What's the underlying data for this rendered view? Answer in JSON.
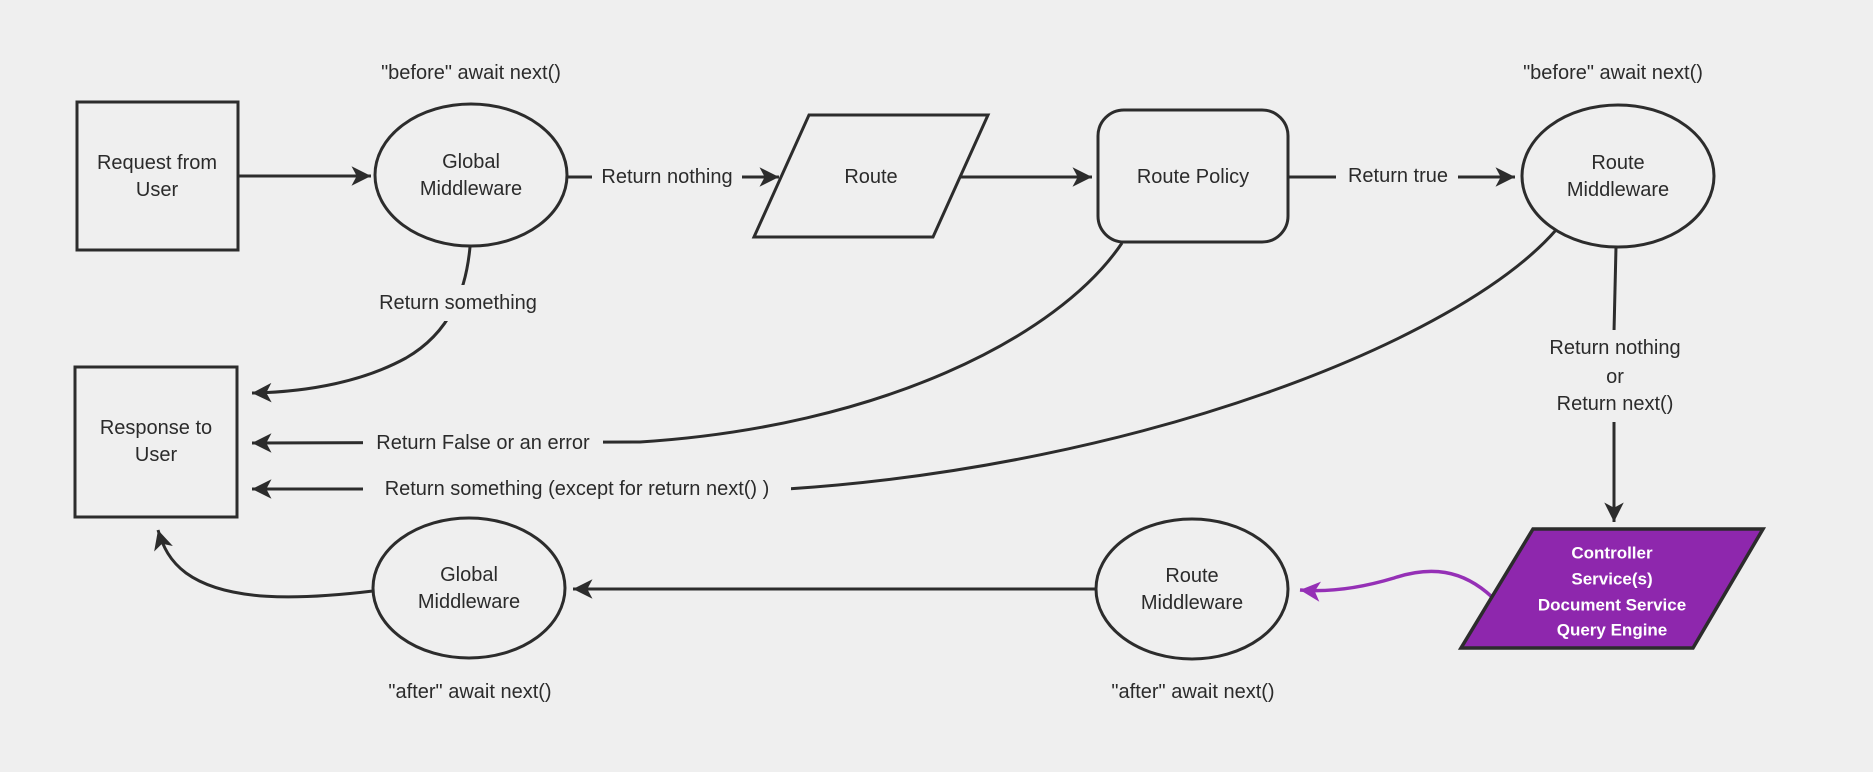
{
  "diagram": {
    "description": "Request lifecycle middleware flowchart",
    "colors": {
      "background": "#efefef",
      "line": "#2c2c2c",
      "text": "#2b2b2b",
      "purple_fill": "#8e27ad",
      "purple_line": "#9530b6",
      "controller_text": "#ffffff"
    },
    "nodes": {
      "request": {
        "shape": "rectangle",
        "lines": [
          "Request from",
          "User"
        ]
      },
      "global_middleware_top": {
        "shape": "ellipse",
        "lines": [
          "Global",
          "Middleware"
        ]
      },
      "route": {
        "shape": "parallelogram",
        "lines": [
          "Route"
        ]
      },
      "route_policy": {
        "shape": "rounded-rectangle",
        "lines": [
          "Route Policy"
        ]
      },
      "route_middleware_top": {
        "shape": "ellipse",
        "lines": [
          "Route",
          "Middleware"
        ]
      },
      "response": {
        "shape": "rectangle",
        "lines": [
          "Response to",
          "User"
        ]
      },
      "controller": {
        "shape": "parallelogram",
        "lines": [
          "Controller",
          "Service(s)",
          "Document Service",
          "Query Engine"
        ]
      },
      "route_middleware_bottom": {
        "shape": "ellipse",
        "lines": [
          "Route",
          "Middleware"
        ]
      },
      "global_middleware_bottom": {
        "shape": "ellipse",
        "lines": [
          "Global",
          "Middleware"
        ]
      }
    },
    "labels": {
      "before_await_left": "\"before\" await next()",
      "before_await_right": "\"before\" await next()",
      "return_nothing": "Return nothing",
      "return_true": "Return true",
      "return_something": "Return something",
      "return_false_or_error": "Return False or an error",
      "return_something_except": "Return something (except for return next() )",
      "return_nothing_or_line1": "Return nothing",
      "return_nothing_or_line2": "or",
      "return_nothing_or_line3": "Return next()",
      "after_await_left": "\"after\" await next()",
      "after_await_right": "\"after\" await next()"
    },
    "edges": [
      {
        "from": "request",
        "to": "global_middleware_top",
        "label": ""
      },
      {
        "from": "global_middleware_top",
        "to": "route",
        "label": "Return nothing"
      },
      {
        "from": "route",
        "to": "route_policy",
        "label": ""
      },
      {
        "from": "route_policy",
        "to": "route_middleware_top",
        "label": "Return true"
      },
      {
        "from": "global_middleware_top",
        "to": "response",
        "label": "Return something"
      },
      {
        "from": "route_policy",
        "to": "response",
        "label": "Return False or an error"
      },
      {
        "from": "route_middleware_top",
        "to": "response",
        "label": "Return something (except for return next() )"
      },
      {
        "from": "route_middleware_top",
        "to": "controller",
        "label": "Return nothing or Return next()"
      },
      {
        "from": "controller",
        "to": "route_middleware_bottom",
        "label": "",
        "color": "purple"
      },
      {
        "from": "route_middleware_bottom",
        "to": "global_middleware_bottom",
        "label": ""
      },
      {
        "from": "global_middleware_bottom",
        "to": "response",
        "label": ""
      }
    ]
  }
}
